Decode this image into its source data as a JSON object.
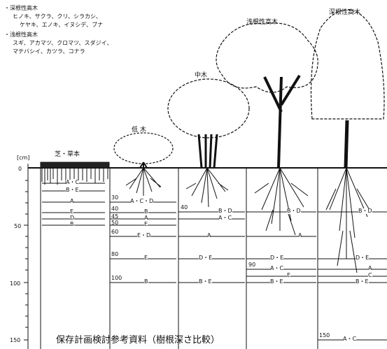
{
  "legend": {
    "deep_title": "・深根性高木",
    "deep_line1": "ヒノキ、サクラ、クリ、シラカシ、",
    "deep_line2": "ケヤキ、エノキ、イヌシデ、ブナ",
    "shallow_title": "・浅根性高木",
    "shallow_line1": "スギ、アカマツ、クロマツ、スダジイ、",
    "shallow_line2": "マテバシイ、カツラ、コナラ"
  },
  "axis": {
    "unit": "[cm]",
    "ticks": [
      "0",
      "50",
      "100",
      "150"
    ]
  },
  "trees": {
    "grass": "芝・草本",
    "shrub": "低 木",
    "mid": "中木",
    "shallow_tall": "浅根性高木",
    "deep_tall": "深根性高木"
  },
  "depth_marks": [
    {
      "col": "grass",
      "depth": "",
      "label": "A・C"
    },
    {
      "col": "grass",
      "depth": "",
      "label": "B・E"
    },
    {
      "col": "grass",
      "depth": "",
      "label": "A"
    },
    {
      "col": "grass",
      "depth": "",
      "label": "E"
    },
    {
      "col": "grass",
      "depth": "",
      "label": "D"
    },
    {
      "col": "grass",
      "depth": "",
      "label": "B"
    },
    {
      "col": "shrub",
      "depth": "30",
      "label": "A・C・D"
    },
    {
      "col": "shrub",
      "depth": "40",
      "label": "B"
    },
    {
      "col": "shrub",
      "depth": "45",
      "label": "A"
    },
    {
      "col": "shrub",
      "depth": "50",
      "label": "E"
    },
    {
      "col": "shrub",
      "depth": "60",
      "label": "E・D"
    },
    {
      "col": "shrub",
      "depth": "80",
      "label": "E"
    },
    {
      "col": "shrub",
      "depth": "100",
      "label": "B"
    },
    {
      "col": "mid",
      "depth": "40",
      "label": "B・D"
    },
    {
      "col": "mid",
      "depth": "",
      "label": "A・C"
    },
    {
      "col": "mid",
      "depth": "",
      "label": "A"
    },
    {
      "col": "mid",
      "depth": "",
      "label": "D・E"
    },
    {
      "col": "mid",
      "depth": "",
      "label": "B・E"
    },
    {
      "col": "shallow",
      "depth": "",
      "label": "B・D"
    },
    {
      "col": "shallow",
      "depth": "",
      "label": "A"
    },
    {
      "col": "shallow",
      "depth": "",
      "label": "D・E"
    },
    {
      "col": "shallow",
      "depth": "90",
      "label": "A・C"
    },
    {
      "col": "shallow",
      "depth": "",
      "label": "E"
    },
    {
      "col": "shallow",
      "depth": "",
      "label": "B・E"
    },
    {
      "col": "deep",
      "depth": "",
      "label": "B・D"
    },
    {
      "col": "deep",
      "depth": "",
      "label": "D・E"
    },
    {
      "col": "deep",
      "depth": "",
      "label": "A"
    },
    {
      "col": "deep",
      "depth": "",
      "label": "C"
    },
    {
      "col": "deep",
      "depth": "",
      "label": "B・E"
    },
    {
      "col": "deep",
      "depth": "150",
      "label": "A・C"
    }
  ],
  "caption": "保存計画検討参考資料（樹根深さ比較）"
}
